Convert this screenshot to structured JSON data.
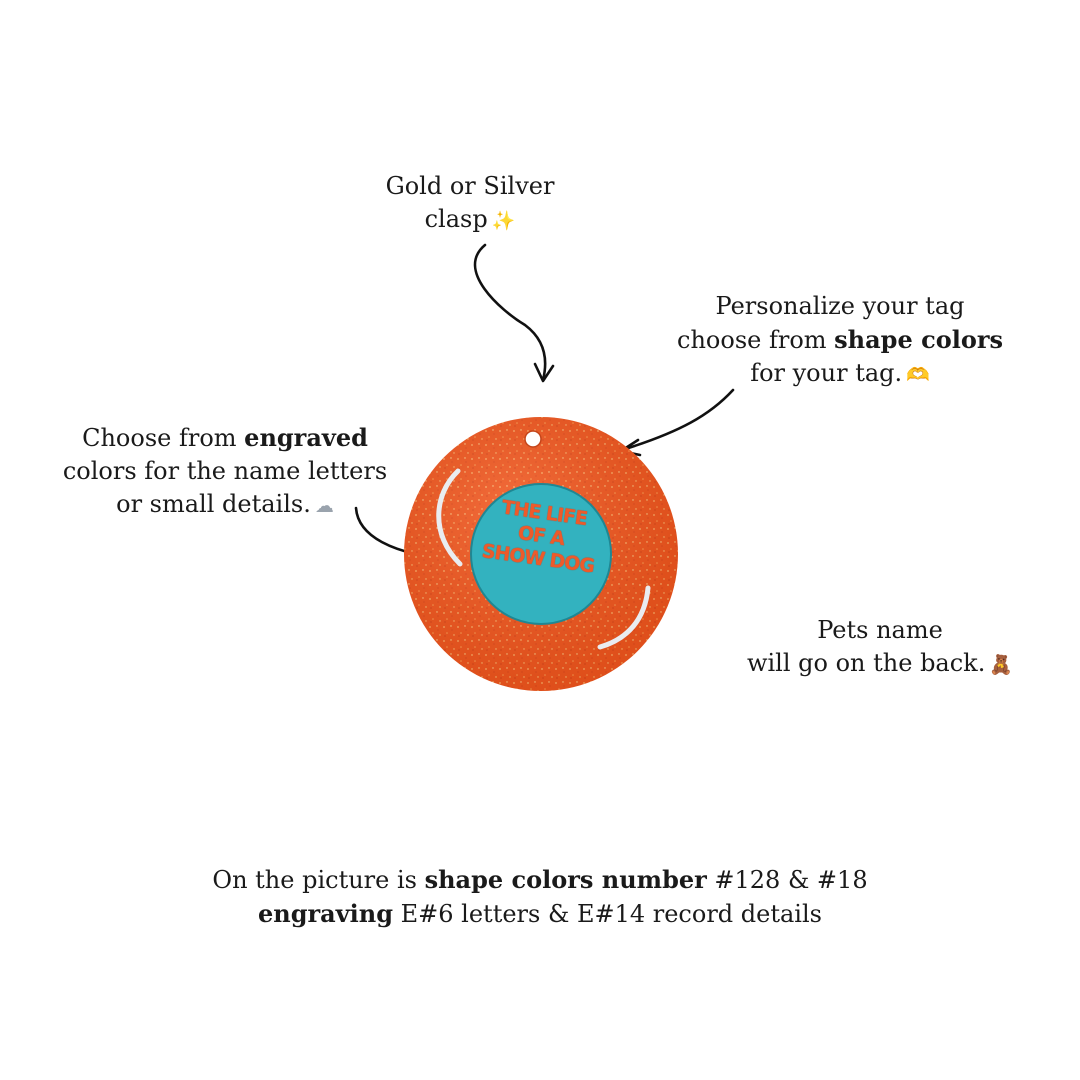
{
  "clasp_note": {
    "line1": "Gold or Silver",
    "line2": "clasp",
    "emoji": "✨"
  },
  "shape_note": {
    "line1": "Personalize your tag",
    "line2_prefix": "choose from ",
    "line2_bold": "shape colors",
    "line3": "for your tag.",
    "emoji": "🫶"
  },
  "engraved_note": {
    "line1_prefix": "Choose from ",
    "line1_bold": "engraved",
    "line2": "colors for the name letters",
    "line3": "or small details.",
    "emoji": "☁"
  },
  "back_note": {
    "line1": "Pets name",
    "line2": "will go on the back.",
    "emoji": "🧸"
  },
  "bottom_note": {
    "line1_prefix": "On the picture is ",
    "line1_bold": "shape colors number",
    "line1_suffix": " #128 & #18",
    "line2_bold": "engraving",
    "line2_suffix": "  E#6 letters & E#14  record details"
  },
  "tag": {
    "text_lines": [
      "THE LIFE",
      "OF A",
      "SHOW DOG"
    ],
    "colors": {
      "shape": "#f2561d",
      "center": "#33b2bf",
      "letters": "#ee5a2a",
      "details": "#e9ecf0"
    }
  },
  "arrow_icon": "curved-arrow-icon"
}
